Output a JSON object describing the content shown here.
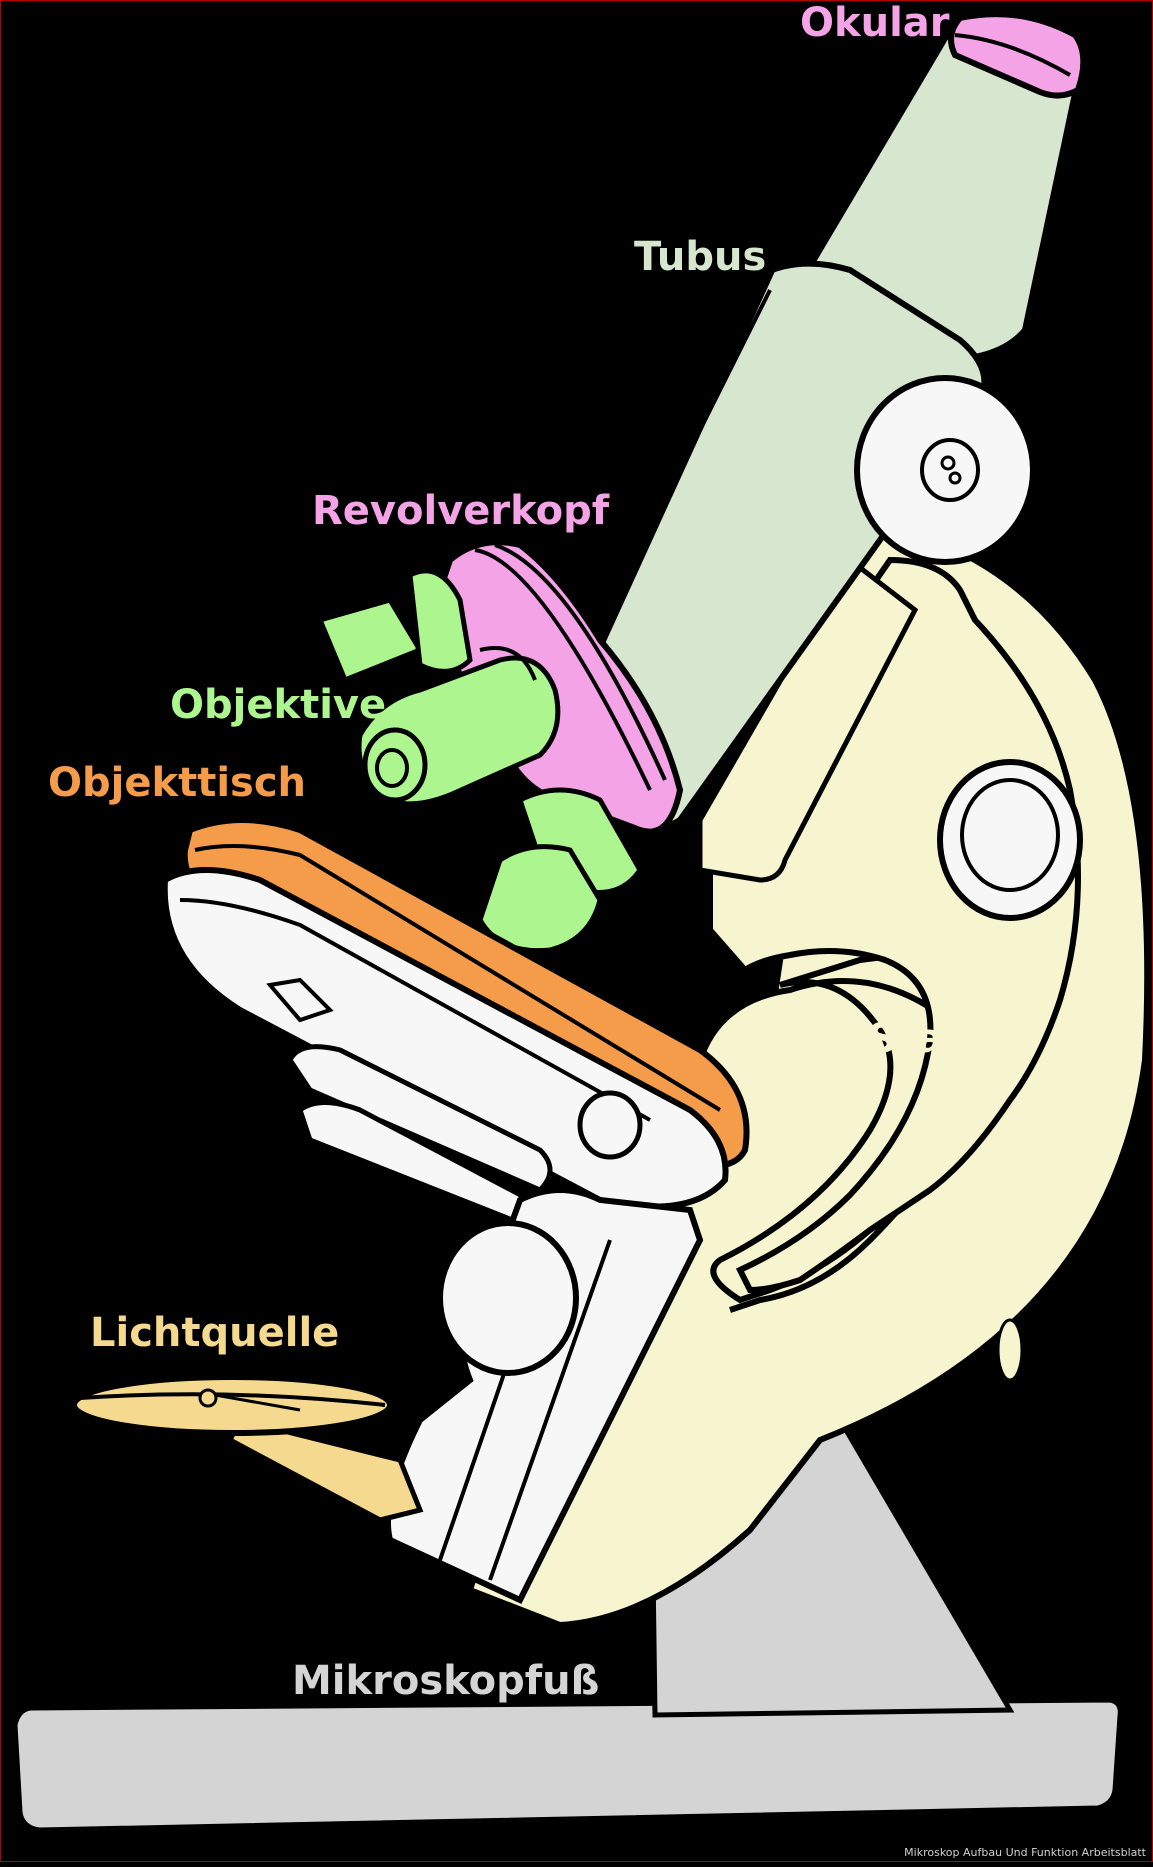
{
  "labels": {
    "okular": "Okular",
    "tubus": "Tubus",
    "revolverkopf": "Revolverkopf",
    "objektive": "Objektive",
    "objekttisch": "Objekttisch",
    "stativ": "Stativ",
    "lichtquelle": "Lichtquelle",
    "mikroskopfuss": "Mikroskopfuß"
  },
  "watermark": "Mikroskop Aufbau Und Funktion Arbeitsblatt",
  "colors": {
    "background": "#000000",
    "okular": "#f4a3e6",
    "tubus": "#d6e6cf",
    "revolverkopf": "#f4a3e6",
    "objektive": "#adf58f",
    "objekttisch": "#f59c4a",
    "stativ": "#f7f4d0",
    "lichtquelle": "#f5d98f",
    "mikroskopfuss": "#d4d4d4",
    "white_parts": "#f7f7f7",
    "outline": "#000000"
  }
}
